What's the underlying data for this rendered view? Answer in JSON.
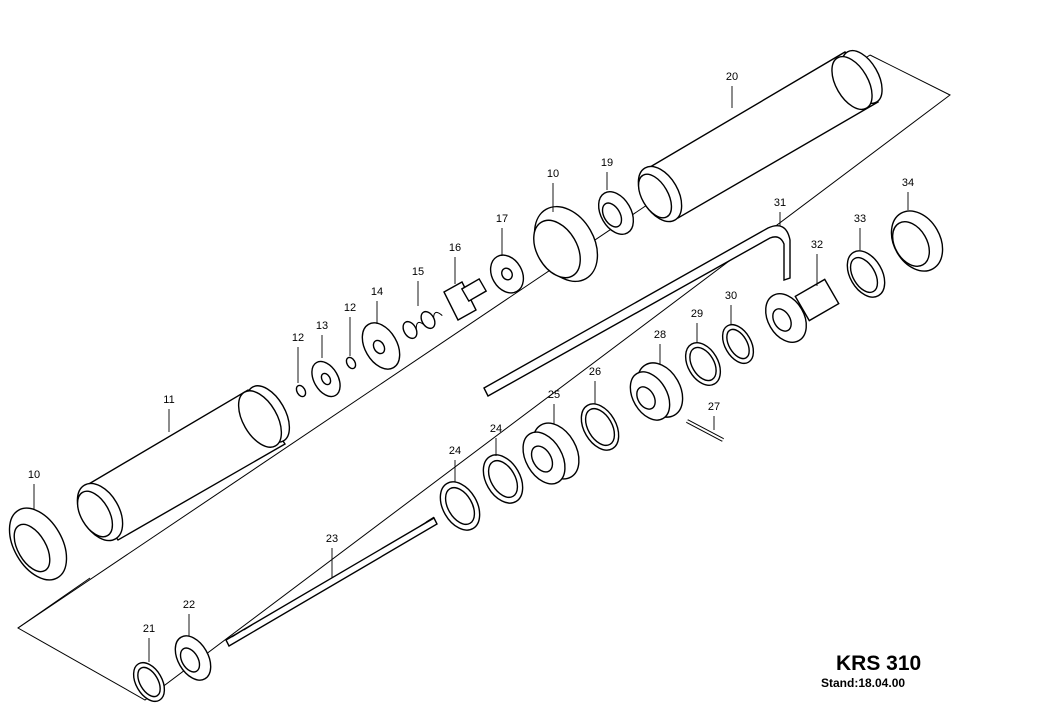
{
  "title_block": {
    "model": "KRS 310",
    "date": "Stand:18.04.00"
  },
  "part_numbers": {
    "p10a": "10",
    "p10b": "10",
    "p11": "11",
    "p12a": "12",
    "p12b": "12",
    "p13": "13",
    "p14": "14",
    "p15": "15",
    "p16": "16",
    "p17": "17",
    "p19": "19",
    "p20": "20",
    "p21": "21",
    "p22": "22",
    "p23": "23",
    "p24a": "24",
    "p24b": "24",
    "p25": "25",
    "p26": "26",
    "p27": "27",
    "p28": "28",
    "p29": "29",
    "p30": "30",
    "p31": "31",
    "p32": "32",
    "p33": "33",
    "p34": "34"
  }
}
